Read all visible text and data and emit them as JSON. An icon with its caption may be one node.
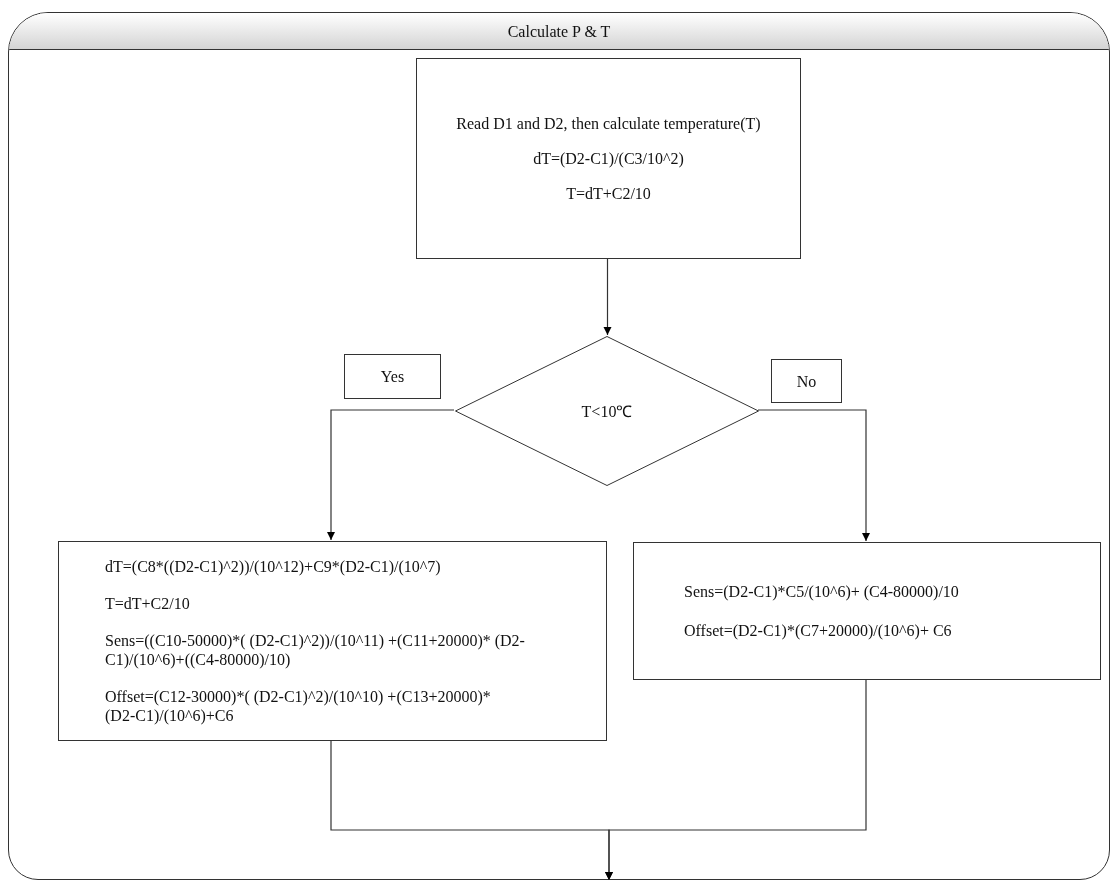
{
  "diagram": {
    "nodes": [
      {
        "text": [
          "Calculate P & T"
        ]
      },
      {
        "text": [
          "Read D1 and D2, then calculate temperature(T)",
          "dT=(D2-C1)/(C3/10^2)",
          "T=dT+C2/10"
        ],
        "in": 0
      },
      {
        "text": [
          "T<10℃"
        ],
        "in": 0
      },
      {
        "text": [
          "Yes"
        ],
        "in": 0
      },
      {
        "text": [
          "No"
        ],
        "in": 0
      },
      {
        "text": [
          "dT=(C8*((D2-C1)^2))/(10^12)+C9*(D2-C1)/(10^7)",
          "T=dT+C2/10",
          "Sens=((C10-50000)*( (D2-C1)^2))/(10^11) +(C11+20000)* (D2-C1)/(10^6)+((C4-80000)/10)",
          "Offset=(C12-30000)*( (D2-C1)^2)/(10^10) +(C13+20000)* (D2-C1)/(10^6)+C6"
        ],
        "in": 0
      },
      {
        "text": [
          "Sens=(D2-C1)*C5/(10^6)+ (C4-80000)/10",
          "Offset=(D2-C1)*(C7+20000)/(10^6)+ C6"
        ],
        "in": 0
      }
    ],
    "edges": [
      {
        "from": 1,
        "to": 2,
        "arrow": "to"
      },
      {
        "from": 2,
        "to": 5,
        "arrow": "to"
      },
      {
        "from": 2,
        "to": 6,
        "arrow": "to"
      },
      {
        "from": 5,
        "to": null,
        "arrow": "to"
      },
      {
        "from": 6,
        "to": null,
        "arrow": "to"
      }
    ]
  }
}
